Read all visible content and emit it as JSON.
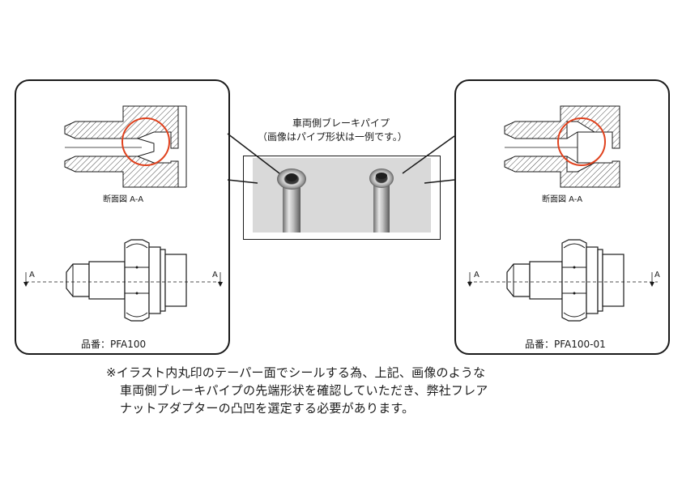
{
  "left_panel": {
    "section_label": "断面図 A-A",
    "marker_left": "A",
    "marker_right": "A",
    "part_number": "品番：PFA100"
  },
  "right_panel": {
    "section_label": "断面図 A-A",
    "marker_left": "A",
    "marker_right": "A",
    "part_number": "品番：PFA100-01"
  },
  "center": {
    "title_line1": "車両側ブレーキパイプ",
    "title_line2": "（画像はパイプ形状は一例です。）"
  },
  "note": {
    "line1": "※イラスト内丸印のテーパー面でシールする為、上記、画像のような",
    "line2": "車両側ブレーキパイプの先端形状を確認していただき、弊社フレア",
    "line3": "ナットアダプターの凸凹を選定する必要があります。"
  },
  "colors": {
    "highlight_circle": "#e0421e",
    "outline": "#1a1a1a",
    "photo_bg": "#cfcfcf"
  }
}
